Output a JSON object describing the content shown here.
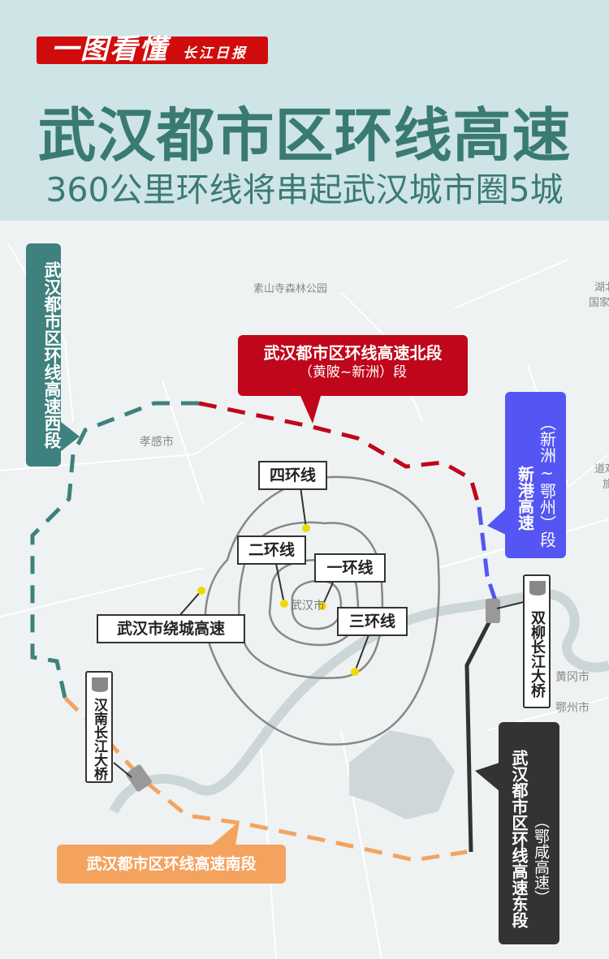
{
  "header": {
    "logo_main": "一图看懂",
    "logo_sub": "长江日报",
    "title": "武汉都市区环线高速",
    "subtitle": "360公里环线将串起武汉城市圈5城"
  },
  "places": {
    "suoshan": "素山寺森林公园",
    "hubei": "湖北",
    "guojia": "国家",
    "xiaogan": "孝感市",
    "wuhan": "武汉市",
    "huanggang": "黄冈市",
    "ezhou": "鄂州市",
    "daoguan": "道观",
    "lv": "旅"
  },
  "segments": {
    "west": {
      "label": "武汉都市区环线高速西段",
      "color": "#3e817f"
    },
    "north": {
      "label": "武汉都市区环线高速北段",
      "sub": "（黄陂~新洲）段",
      "color": "#c0061a"
    },
    "xingang": {
      "label": "新港高速",
      "sub": "（新洲~鄂州）段",
      "color": "#5455f2"
    },
    "east": {
      "label": "武汉都市区环线高速东段",
      "sub": "（鄂咸高速）",
      "color": "#333333"
    },
    "south": {
      "label": "武汉都市区环线高速南段",
      "color": "#f4a35e"
    }
  },
  "rings": {
    "ring1": "一环线",
    "ring2": "二环线",
    "ring3": "三环线",
    "ring4": "四环线",
    "raocheng": "武汉市绕城高速"
  },
  "bridges": {
    "hannan": "汉南长江大桥",
    "shuangliu": "双柳长江大桥"
  }
}
